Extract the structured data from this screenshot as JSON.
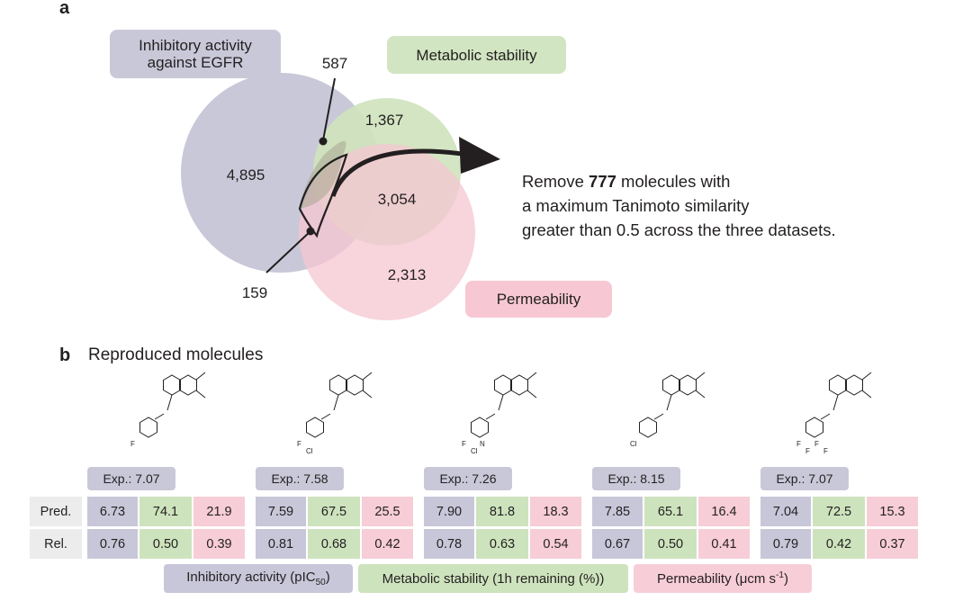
{
  "panel_a": {
    "letter": "a",
    "labels": {
      "egfr": "Inhibitory activity against EGFR",
      "metabolic": "Metabolic stability",
      "permeability": "Permeability"
    },
    "counts": {
      "egfr_only": "4,895",
      "metabolic_only": "1,367",
      "permeability_only": "2,313",
      "metabolic_permeability": "3,054",
      "egfr_metabolic": "587",
      "egfr_permeability": "159"
    },
    "remove_text": {
      "prefix": "Remove ",
      "number": "777",
      "suffix": " molecules with",
      "line2": "a maximum Tanimoto similarity",
      "line3": "greater than 0.5 across the three datasets."
    },
    "colors": {
      "egfr": "#c9c8d8",
      "metabolic": "#cfe3bd",
      "permeability": "#f6c6d2"
    }
  },
  "panel_b": {
    "letter": "b",
    "title": "Reproduced molecules",
    "row_labels": {
      "pred": "Pred.",
      "rel": "Rel."
    },
    "molecules": [
      {
        "exp": "Exp.: 7.07",
        "pred": [
          "6.73",
          "74.1",
          "21.9"
        ],
        "rel": [
          "0.76",
          "0.50",
          "0.39"
        ],
        "substituents": [
          "F"
        ]
      },
      {
        "exp": "Exp.: 7.58",
        "pred": [
          "7.59",
          "67.5",
          "25.5"
        ],
        "rel": [
          "0.81",
          "0.68",
          "0.42"
        ],
        "substituents": [
          "F",
          "Cl"
        ]
      },
      {
        "exp": "Exp.: 7.26",
        "pred": [
          "7.90",
          "81.8",
          "18.3"
        ],
        "rel": [
          "0.78",
          "0.63",
          "0.54"
        ],
        "substituents": [
          "F",
          "Cl",
          "N"
        ]
      },
      {
        "exp": "Exp.: 8.15",
        "pred": [
          "7.85",
          "65.1",
          "16.4"
        ],
        "rel": [
          "0.67",
          "0.50",
          "0.41"
        ],
        "substituents": [
          "Cl"
        ]
      },
      {
        "exp": "Exp.: 7.07",
        "pred": [
          "7.04",
          "72.5",
          "15.3"
        ],
        "rel": [
          "0.79",
          "0.42",
          "0.37"
        ],
        "substituents": [
          "F",
          "F",
          "F",
          "F"
        ]
      }
    ],
    "legend": {
      "inhibitory": "Inhibitory activity (pIC50)",
      "metabolic": "Metabolic stability (1h remaining (%))",
      "permeability": "Permeability (μcm s-1)"
    }
  }
}
